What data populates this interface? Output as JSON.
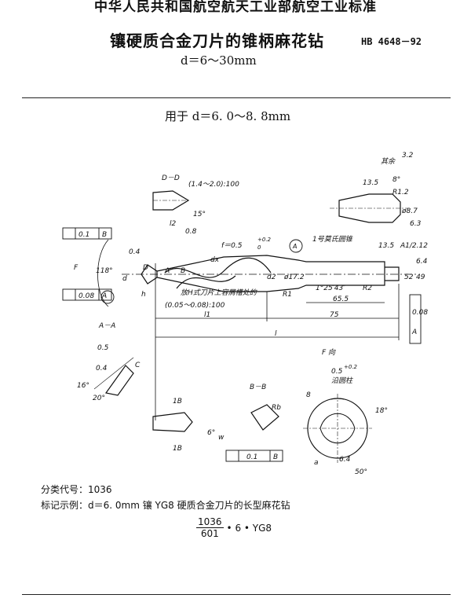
{
  "header": {
    "standard_org": "中华人民共和国航空航天工业部航空工业标准",
    "title": "镶硬质合金刀片的锥柄麻花钻",
    "standard_number": "HB 4648－92",
    "range": "d＝6～30mm"
  },
  "section": {
    "applies_to": "用于 d＝6. 0～8. 8mm"
  },
  "drawing": {
    "labels": {
      "roughness_rest": "其余",
      "roughness_rest_val": "3.2",
      "view_dd": "D－D",
      "dd_tol": "(1.4～2.0):100",
      "dd_angle": "15°",
      "dd_rough": "0.8",
      "dd_l2": "l2",
      "tol_b": "0.1",
      "tol_b_ref": "B",
      "tol_a": "0.08",
      "tol_a_ref": "A",
      "f_label": "F",
      "point_angle": "118°",
      "d_label": "d",
      "d_label2": "D",
      "rough_04": "0.4",
      "a_label": "A",
      "b_label": "B",
      "h_label": "h",
      "l1_label": "l1",
      "l_label": "l",
      "f_tol": "f＝0.5",
      "f_tol_sup": "+0.2",
      "f_tol_sub": "0",
      "dx": "dx",
      "d2": "d2",
      "d2_dia": "ø17.2",
      "r1": "R1",
      "taper_note": "1号莫氏圆锥",
      "circle_a": "A",
      "fit_note": "放H式刀片上容屑槽处的",
      "back_taper": "(0.05～0.08):100",
      "dim_655": "65.5",
      "dim_75": "75",
      "taper_angle": "1°25′43″",
      "r2": "R2",
      "dim_135": "13.5",
      "dim_135b": "13.5",
      "rough_64": "6.4",
      "r12": "R1.2",
      "a1": "A1/2.12",
      "dia_52": "52",
      "dia_49": "49",
      "runout": "0.08",
      "runout_ref": "A",
      "rough_63": "6.3",
      "dia_87": "ø8.7",
      "angle_8": "8°",
      "view_aa": "A－A",
      "aa_05": "0.5",
      "aa_04": "0.4",
      "aa_c": "C",
      "aa_16": "16°",
      "aa_20": "20°",
      "view_f": "F 向",
      "f_05": "0.5",
      "f_05_tol": "+0.2",
      "margin": "沿圆柱",
      "angle_18": "18°",
      "view_bb": "B－B",
      "rb": "Rb",
      "b_ang": "8",
      "f_a": "a",
      "f_64": "6.4",
      "f_50": "50°",
      "sec_1b": "1B",
      "sec_1b2": "1B",
      "angle_6": "6°",
      "w_label": "w",
      "flat_tol": "0.1",
      "flat_ref": "B"
    }
  },
  "caption": {
    "class_code": "分类代号：1036",
    "example": "标记示例：d＝6. 0mm 镶 YG8 硬质合金刀片的长型麻花钻",
    "designation_num": "1036",
    "designation_den": "601",
    "designation_rest": "• 6 • YG8"
  }
}
